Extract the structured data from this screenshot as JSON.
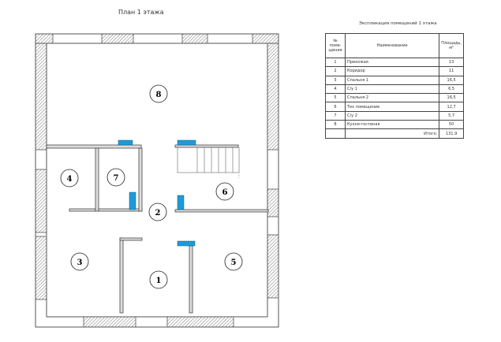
{
  "plan": {
    "title": "План 1 этажа",
    "rooms": [
      {
        "number": "1"
      },
      {
        "number": "2"
      },
      {
        "number": "3"
      },
      {
        "number": "4"
      },
      {
        "number": "5"
      },
      {
        "number": "6"
      },
      {
        "number": "7"
      },
      {
        "number": "8"
      }
    ]
  },
  "explication": {
    "title": "Экспликация помещений 1 этажа",
    "headers": {
      "number": "№ поме- щения",
      "name": "Наименование",
      "area": "Площадь, м²"
    },
    "rows": [
      {
        "number": "1",
        "name": "Прихожая",
        "area": "13"
      },
      {
        "number": "2",
        "name": "Коридор",
        "area": "11"
      },
      {
        "number": "3",
        "name": "Спальня 1",
        "area": "16,5"
      },
      {
        "number": "4",
        "name": "С/у 1",
        "area": "6,5"
      },
      {
        "number": "5",
        "name": "Спальня 2",
        "area": "16,5"
      },
      {
        "number": "6",
        "name": "Тех помещение",
        "area": "12,7"
      },
      {
        "number": "7",
        "name": "С/у 2",
        "area": "5,7"
      },
      {
        "number": "8",
        "name": "Кухня-гостиная",
        "area": "50"
      }
    ],
    "total_label": "Итого:",
    "total_value": "131,9"
  },
  "colors": {
    "wall": "#555555",
    "hatch": "#777777",
    "fixture": "#1e9bd7"
  }
}
